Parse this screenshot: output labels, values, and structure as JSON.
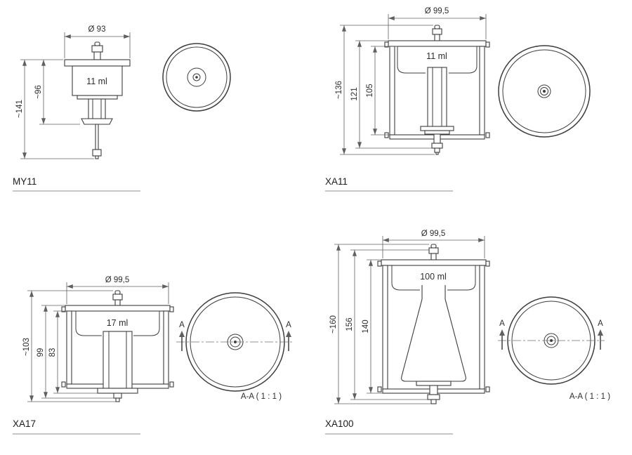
{
  "style": {
    "background": "#ffffff",
    "line_color": "#3d3d3d",
    "dim_color": "#606060"
  },
  "parts": {
    "my11": {
      "name": "MY11",
      "volume_label": "11 ml",
      "dim_diameter": "Ø 93",
      "dim_height_outer": "~141",
      "dim_height_body": "~96"
    },
    "xa11": {
      "name": "XA11",
      "volume_label": "11 ml",
      "dim_diameter": "Ø 99,5",
      "dim_height_outer": "~136",
      "dim_height_mid": "121",
      "dim_height_inner": "105"
    },
    "xa17": {
      "name": "XA17",
      "volume_label": "17 ml",
      "dim_diameter": "Ø 99,5",
      "dim_height_outer": "~103",
      "dim_height_mid": "99",
      "dim_height_inner": "83",
      "section_marker": "A",
      "section_scale_label": "A-A ( 1 : 1 )"
    },
    "xa100": {
      "name": "XA100",
      "volume_label": "100 ml",
      "dim_diameter": "Ø 99,5",
      "dim_height_outer": "~160",
      "dim_height_mid": "156",
      "dim_height_inner": "140",
      "section_marker": "A",
      "section_scale_label": "A-A ( 1 : 1 )"
    }
  }
}
